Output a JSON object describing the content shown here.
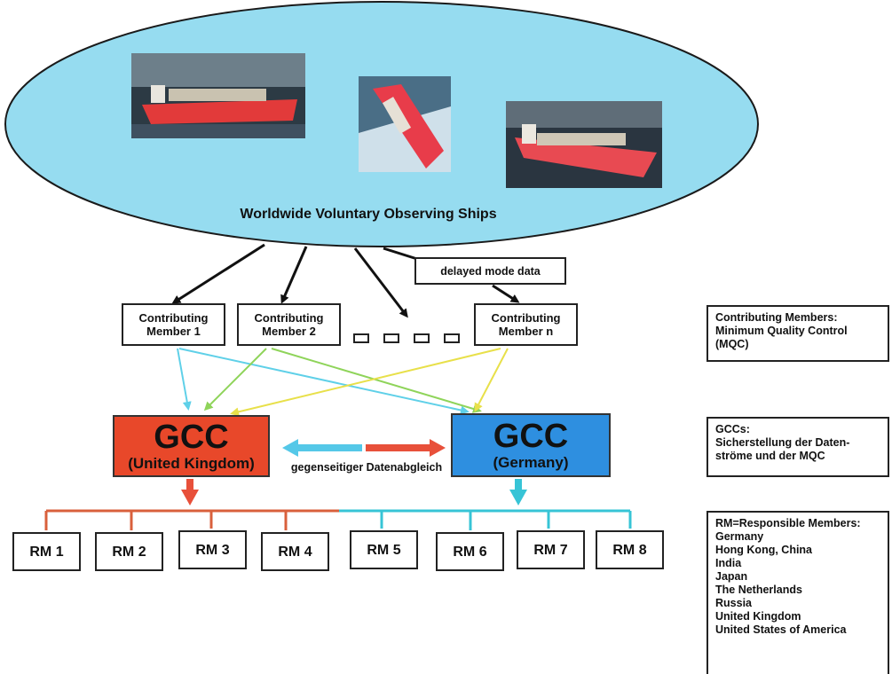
{
  "title": "Worldwide Voluntary Observing Ships",
  "delayed_label": "delayed mode data",
  "contributing_members": [
    {
      "label": "Contributing\nMember 1"
    },
    {
      "label": "Contributing\nMember 2"
    },
    {
      "label": "Contributing\nMember n"
    }
  ],
  "gcc_uk": {
    "title": "GCC",
    "subtitle": "(United Kingdom)"
  },
  "gcc_de": {
    "title": "GCC",
    "subtitle": "(Germany)"
  },
  "exchange_label": "gegenseitiger Datenabgleich",
  "rm_boxes": [
    "RM 1",
    "RM 2",
    "RM 3",
    "RM 4",
    "RM 5",
    "RM 6",
    "RM 7",
    "RM 8"
  ],
  "legend": {
    "contributing": "Contributing Members:\nMinimum Quality Control\n(MQC)",
    "gccs": "GCCs:\nSicherstellung der Daten-\nströme und der MQC",
    "rm": "RM=Responsible Members:\nGermany\nHong Kong, China\nIndia\nJapan\nThe Netherlands\nRussia\nUnited Kingdom\nUnited States of America"
  },
  "colors": {
    "ellipse_fill": "#96dcf0",
    "gcc_uk": "#e8482a",
    "gcc_de": "#2e8fe0",
    "uk_branch": "#d9603c",
    "de_branch": "#37c4d6",
    "arrow_cm1": "#5fd0e8",
    "arrow_cm2": "#8fd45a",
    "arrow_cmn": "#e8e04a"
  }
}
